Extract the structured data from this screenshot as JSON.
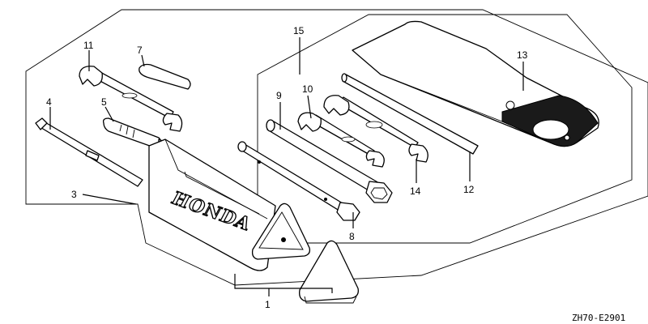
{
  "callouts": [
    {
      "id": "1",
      "text": "1"
    },
    {
      "id": "3",
      "text": "3"
    },
    {
      "id": "4",
      "text": "4"
    },
    {
      "id": "5",
      "text": "5"
    },
    {
      "id": "7",
      "text": "7"
    },
    {
      "id": "8",
      "text": "8"
    },
    {
      "id": "9",
      "text": "9"
    },
    {
      "id": "10",
      "text": "10"
    },
    {
      "id": "11",
      "text": "11"
    },
    {
      "id": "12",
      "text": "12"
    },
    {
      "id": "13",
      "text": "13"
    },
    {
      "id": "14",
      "text": "14"
    },
    {
      "id": "15",
      "text": "15"
    }
  ],
  "brand_text": "HONDA",
  "diagram_code": "ZH70-E2901"
}
